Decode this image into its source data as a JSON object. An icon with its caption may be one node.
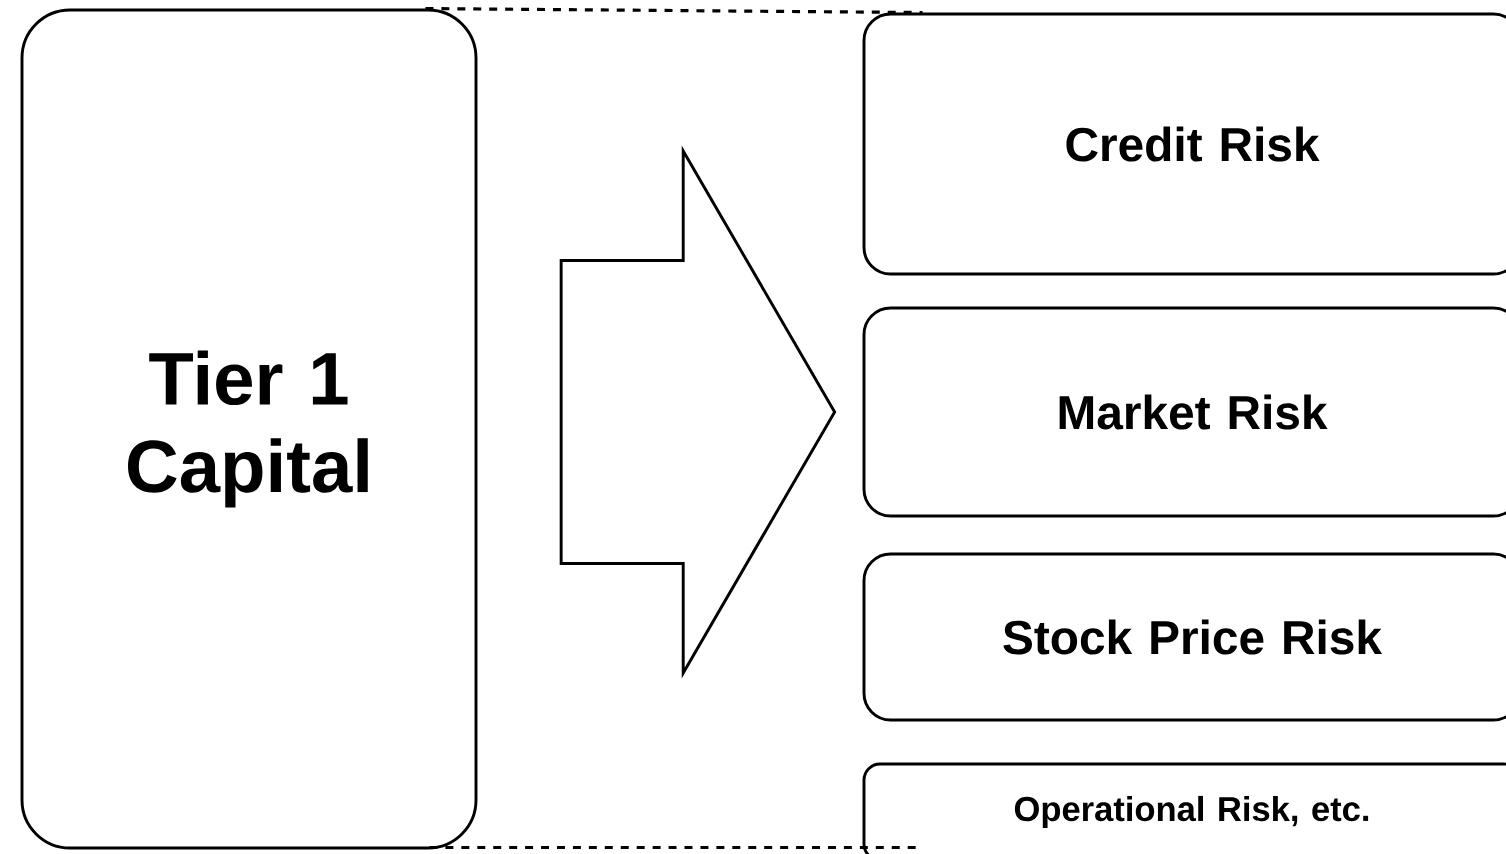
{
  "diagram": {
    "nodes": [
      {
        "text": [
          "Tier 1 Capital"
        ]
      },
      {
        "text": [
          "Credit Risk"
        ]
      },
      {
        "text": [
          "Market Risk"
        ]
      },
      {
        "text": [
          "Stock Price Risk"
        ]
      },
      {
        "text": [
          "Operational Risk, etc."
        ]
      }
    ],
    "edges": [
      {
        "from": 0,
        "to": 2,
        "arrow": "to"
      },
      {
        "from": 0,
        "to": 1,
        "arrow": "none",
        "style": "dashed"
      },
      {
        "from": 0,
        "to": 4,
        "arrow": "none",
        "style": "dashed"
      }
    ]
  }
}
